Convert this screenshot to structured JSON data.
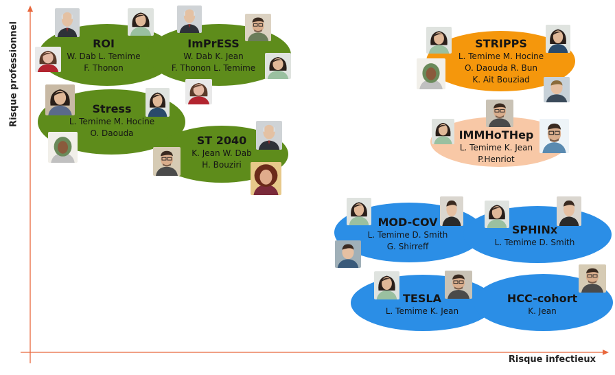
{
  "axes": {
    "y_label": "Risque professionnel",
    "x_label": "Risque infectieux",
    "color": "#e8673c"
  },
  "projects": [
    {
      "id": "roi",
      "name": "ROI",
      "lines": [
        "W. Dab  L. Temime",
        "F. Thonon"
      ]
    },
    {
      "id": "impress",
      "name": "ImPrESS",
      "lines": [
        "W. Dab  K. Jean",
        "F. Thonon  L. Temime"
      ]
    },
    {
      "id": "stress",
      "name": "Stress",
      "lines": [
        "L. Temime  M. Hocine",
        "O. Daouda"
      ]
    },
    {
      "id": "st2040",
      "name": "ST 2040",
      "lines": [
        "K. Jean  W. Dab",
        "H. Bouziri"
      ]
    },
    {
      "id": "stripps",
      "name": "STRIPPS",
      "lines": [
        "L. Temime  M. Hocine",
        "O. Daouda  R. Bun",
        "K. Ait Bouziad"
      ]
    },
    {
      "id": "immhothep",
      "name": "IMMHoTHep",
      "lines": [
        "L. Temime   K. Jean",
        "P.Henriot"
      ]
    },
    {
      "id": "modcov",
      "name": "MOD-COV",
      "lines": [
        "L. Temime   D. Smith",
        "G. Shirreff"
      ]
    },
    {
      "id": "sphinx",
      "name": "SPHINx",
      "lines": [
        "L. Temime   D. Smith"
      ]
    },
    {
      "id": "tesla",
      "name": "TESLA",
      "lines": [
        "L. Temime   K. Jean"
      ]
    },
    {
      "id": "hcc",
      "name": "HCC-cohort",
      "lines": [
        "K. Jean"
      ]
    }
  ],
  "colors": {
    "green": "#5e8c1b",
    "orange": "#f5970c",
    "peach": "#f8c8a6",
    "blue": "#2b8ee6"
  }
}
